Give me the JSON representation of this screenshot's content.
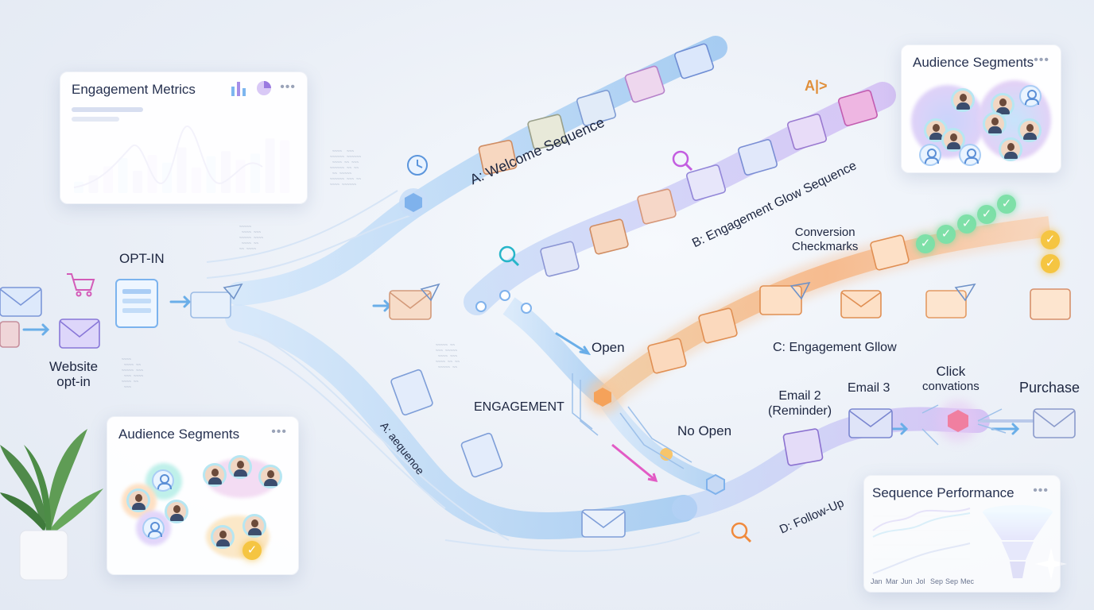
{
  "labels": {
    "opt_in": "OPT-IN",
    "website_opt_in": [
      "Website",
      "opt-in"
    ],
    "welcome_sequence": "A: Welcome Sequence",
    "engagement_glow_sequence": "B: Engagement Glow Sequence",
    "conversion_checkmarks": [
      "Conversion",
      "Checkmarks"
    ],
    "open": "Open",
    "engagement_glow": "C: Engagement Gllow",
    "engagement": "ENGAGEMENT",
    "no_open": "No Open",
    "email_2": [
      "Email 2",
      "(Reminder)"
    ],
    "email_3": "Email 3",
    "click_conversions": [
      "Click",
      "convations"
    ],
    "purchase": "Purchase",
    "follow_up": "D: Follow-Up",
    "a_sequence": "A: aequenoe"
  },
  "cards": {
    "engagement_metrics": {
      "title": "Engagement Metrics",
      "menu": "•••"
    },
    "audience_segments_top": {
      "title": "Audience Segments",
      "menu": "•••"
    },
    "audience_segments_bottom": {
      "title": "Audience Segments",
      "menu": "•••"
    },
    "sequence_performance": {
      "title": "Sequence Performance",
      "menu": "•••",
      "months": [
        "Jan",
        "Mar",
        "Jun",
        "Jol",
        "Sep",
        "Sep",
        "Mec"
      ]
    }
  },
  "metrics_bars": [
    0.18,
    0.28,
    0.42,
    0.55,
    0.35,
    0.6,
    0.48,
    0.72,
    0.4,
    0.58,
    0.66,
    0.52,
    0.62,
    0.86,
    0.83
  ],
  "ab_badge": "A|>",
  "checkmark": "✓",
  "colors": {
    "flow_blue": "#9cc9f2",
    "flow_purple": "#b9a6ef",
    "flow_orange": "#f6b27a",
    "accent_green": "#6fdca0",
    "accent_gold": "#f5c542"
  }
}
